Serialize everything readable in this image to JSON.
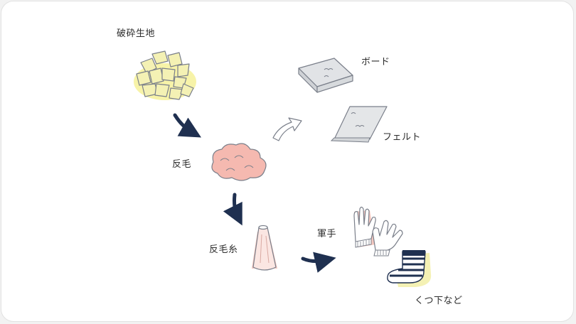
{
  "labels": {
    "crushed_fabric": "破砕生地",
    "reclaimed_wool": "反毛",
    "board": "ボード",
    "felt": "フェルト",
    "reclaimed_yarn": "反毛糸",
    "work_gloves": "軍手",
    "socks": "くつ下など"
  },
  "colors": {
    "navy": "#1f3050",
    "outline": "#7a7f8a",
    "fragment_yellow": "#f4f1b4",
    "pink": "#f5c8c0",
    "gray_surface": "#e1e3e6"
  }
}
